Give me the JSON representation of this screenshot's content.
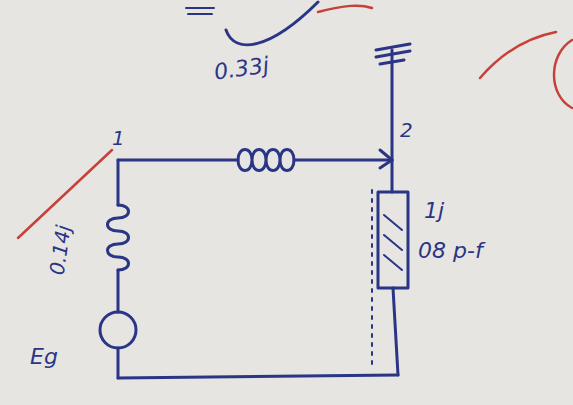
{
  "diagram": {
    "labels": [
      "0.33j",
      "1",
      "2",
      "0.14j",
      "Eg",
      "1j",
      "08 p-f"
    ]
  }
}
